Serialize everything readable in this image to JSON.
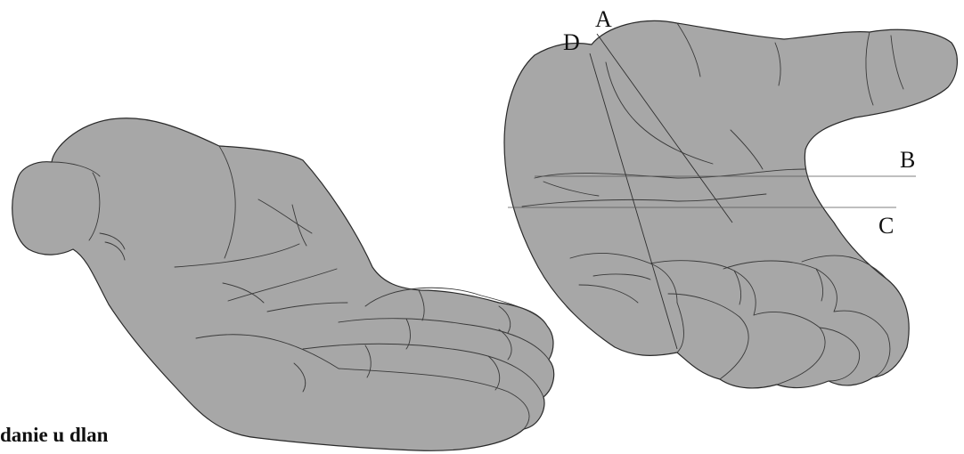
{
  "caption": "danie u dlan",
  "labels": {
    "a": "A",
    "b": "B",
    "c": "C",
    "d": "D"
  },
  "colors": {
    "hand_fill": "#a7a7a7",
    "outline": "#2a2a2a",
    "background": "#ffffff"
  }
}
